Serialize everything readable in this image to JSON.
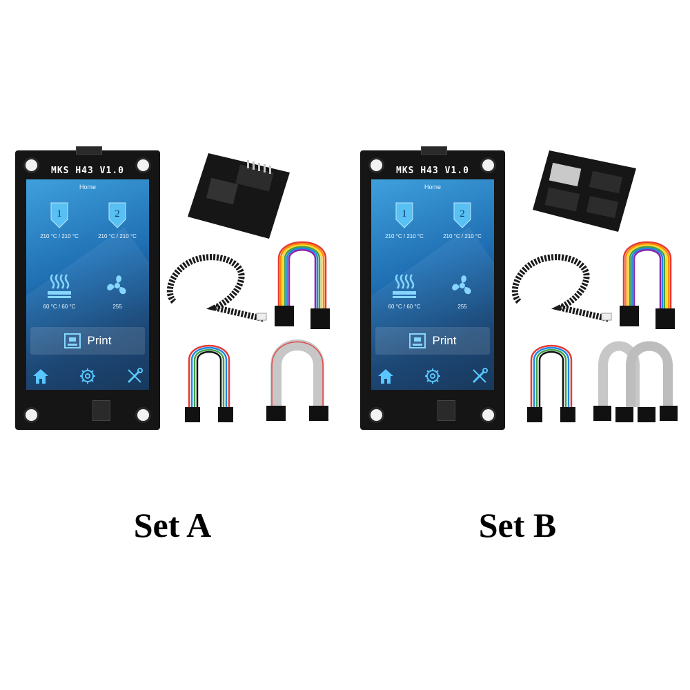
{
  "sets": [
    {
      "caption": "Set A",
      "screen": {
        "board_title": "MKS H43 V1.0",
        "home_label": "Home",
        "extruder1": {
          "number": "1",
          "temps": "210 °C /  210 °C"
        },
        "extruder2": {
          "number": "2",
          "temps": "210 °C /  210 °C"
        },
        "bed": {
          "temps": "60 °C /  60 °C"
        },
        "fan": {
          "value": "255"
        },
        "print_label": "Print",
        "nav": [
          "home-icon",
          "gear-icon",
          "tools-icon"
        ]
      }
    },
    {
      "caption": "Set B",
      "screen": {
        "board_title": "MKS H43 V1.0",
        "home_label": "Home",
        "extruder1": {
          "number": "1",
          "temps": "210 °C /  210 °C"
        },
        "extruder2": {
          "number": "2",
          "temps": "210 °C /  210 °C"
        },
        "bed": {
          "temps": "60 °C /  60 °C"
        },
        "fan": {
          "value": "255"
        },
        "print_label": "Print",
        "nav": [
          "home-icon",
          "gear-icon",
          "tools-icon"
        ]
      }
    }
  ],
  "colors": {
    "screen_accent": "#3fa0dc",
    "board": "#151515"
  }
}
